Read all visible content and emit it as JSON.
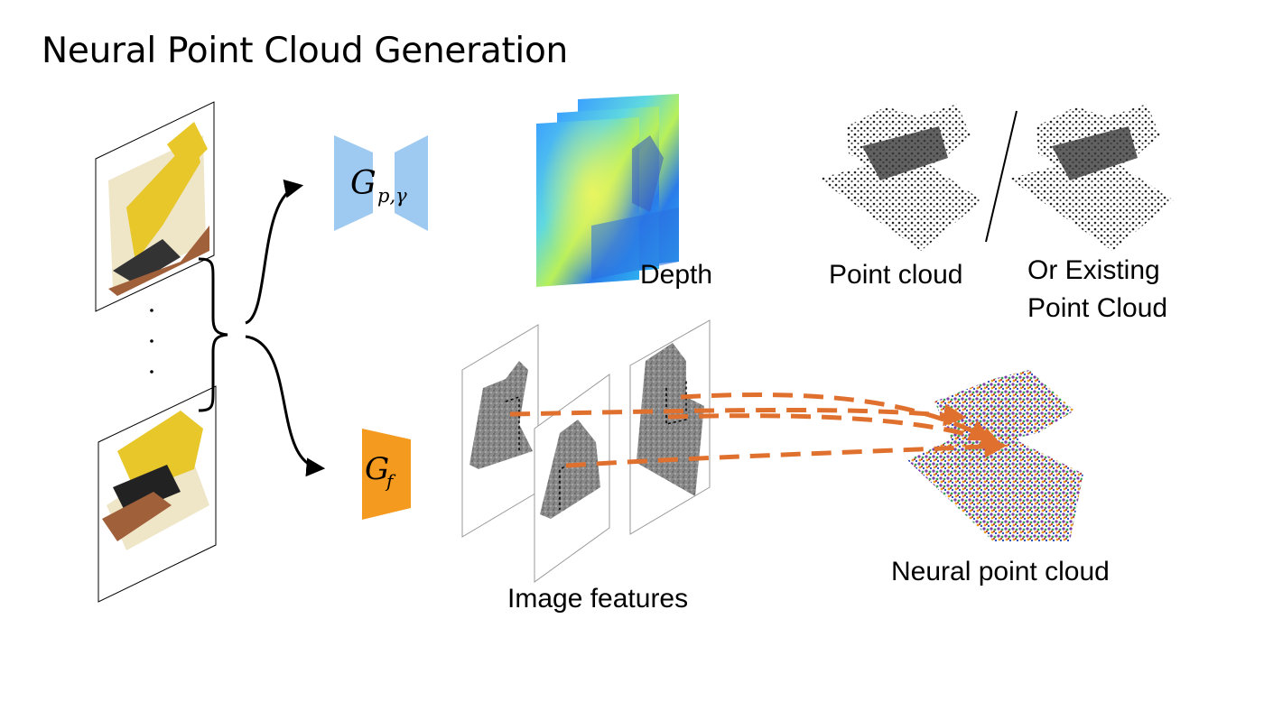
{
  "title": "Neural Point Cloud Generation",
  "networks": {
    "depth_net_symbol": "G",
    "depth_net_subscript": "p,γ",
    "feature_net_symbol": "G",
    "feature_net_subscript": "f"
  },
  "labels": {
    "depth": "Depth",
    "point_cloud": "Point cloud",
    "existing_point_cloud_line1": "Or Existing",
    "existing_point_cloud_line2": "Point Cloud",
    "image_features": "Image features",
    "neural_point_cloud": "Neural point cloud"
  },
  "colors": {
    "depth_net": "#9ec9f0",
    "feature_net": "#f39a1f",
    "projection_arrows": "#e0702e"
  }
}
